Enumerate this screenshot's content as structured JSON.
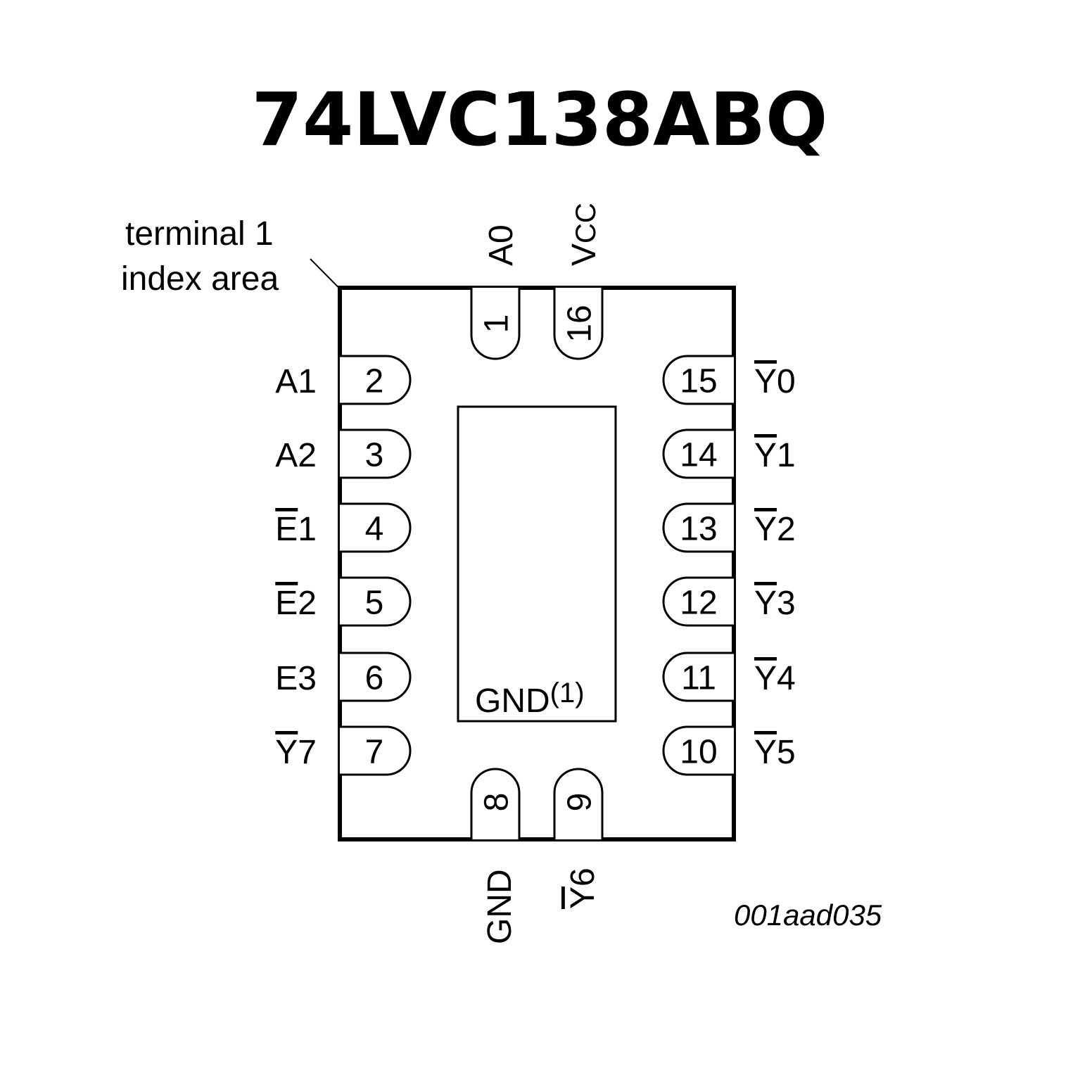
{
  "title": "74LVC138ABQ",
  "annotation": {
    "line1": "terminal 1",
    "line2": "index area"
  },
  "center_pad": {
    "label": "GND",
    "note": "(1)"
  },
  "figure_id": "001aad035",
  "pins": {
    "left": [
      {
        "number": "2",
        "label": "A1",
        "active_low": false
      },
      {
        "number": "3",
        "label": "A2",
        "active_low": false
      },
      {
        "number": "4",
        "label": "E",
        "suffix": "1",
        "active_low": true
      },
      {
        "number": "5",
        "label": "E",
        "suffix": "2",
        "active_low": true
      },
      {
        "number": "6",
        "label": "E3",
        "active_low": false
      },
      {
        "number": "7",
        "label": "Y",
        "suffix": "7",
        "active_low": true
      }
    ],
    "right": [
      {
        "number": "15",
        "label": "Y",
        "suffix": "0",
        "active_low": true
      },
      {
        "number": "14",
        "label": "Y",
        "suffix": "1",
        "active_low": true
      },
      {
        "number": "13",
        "label": "Y",
        "suffix": "2",
        "active_low": true
      },
      {
        "number": "12",
        "label": "Y",
        "suffix": "3",
        "active_low": true
      },
      {
        "number": "11",
        "label": "Y",
        "suffix": "4",
        "active_low": true
      },
      {
        "number": "10",
        "label": "Y",
        "suffix": "5",
        "active_low": true
      }
    ],
    "top": [
      {
        "number": "1",
        "label": "A0",
        "active_low": false
      },
      {
        "number": "16",
        "label": "V",
        "sub": "CC",
        "active_low": false
      }
    ],
    "bottom": [
      {
        "number": "8",
        "label": "GND",
        "active_low": false
      },
      {
        "number": "9",
        "label": "Y",
        "suffix": "6",
        "active_low": true
      }
    ]
  }
}
